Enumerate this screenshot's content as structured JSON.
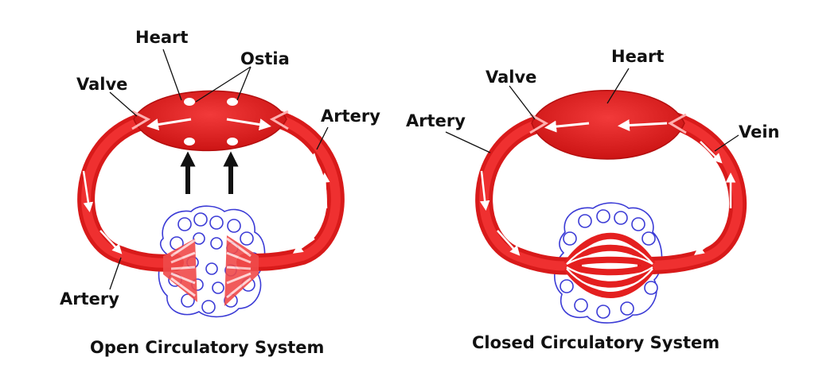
{
  "colors": {
    "vessel": "#e41f1f",
    "vessel_dark": "#b40f0f",
    "lumen_highlight": "#ff6e6e",
    "tissue_outline": "#3b3bd6",
    "flow_arrow": "#ffffff",
    "label_text": "#111111"
  },
  "open_system": {
    "caption": "Open Circulatory System",
    "labels": {
      "heart": "Heart",
      "ostia": "Ostia",
      "valve": "Valve",
      "artery_right": "Artery",
      "artery_bottom": "Artery"
    },
    "icons": [
      "ostium-opening-icon",
      "inflow-arrow-icon",
      "tissue-cluster-icon"
    ]
  },
  "closed_system": {
    "caption": "Closed Circulatory System",
    "labels": {
      "heart": "Heart",
      "valve": "Valve",
      "artery": "Artery",
      "vein": "Vein"
    },
    "icons": [
      "capillary-bed-icon",
      "tissue-cluster-icon"
    ]
  }
}
